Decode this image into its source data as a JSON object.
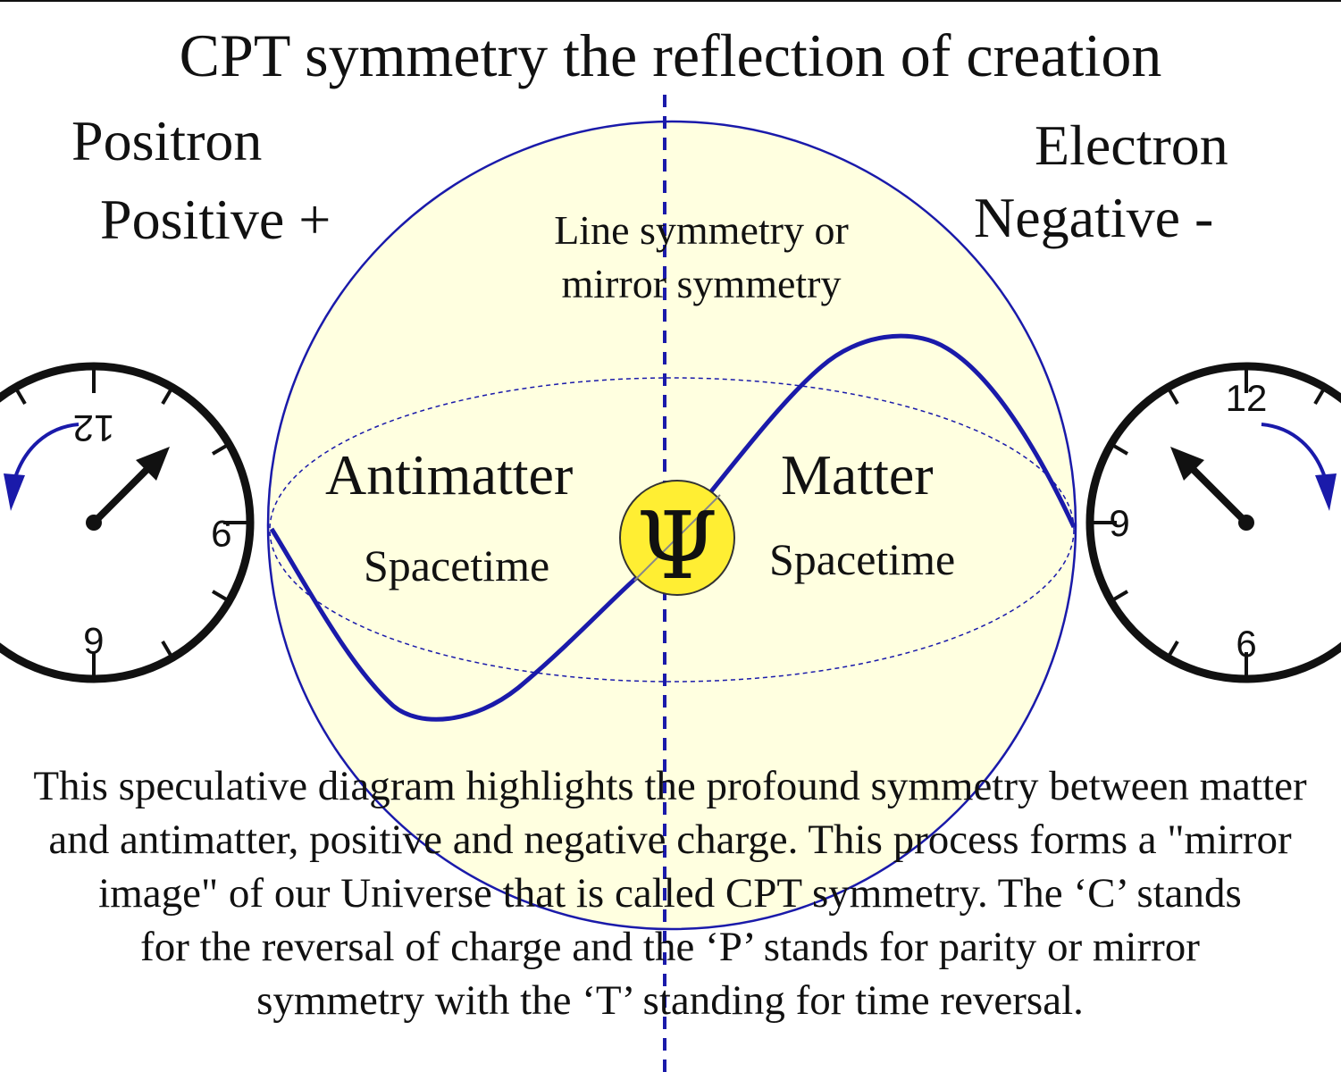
{
  "title": "CPT symmetry the reflection of creation",
  "left": {
    "particle": "Positron",
    "charge": "Positive +",
    "region": "Antimatter",
    "spacetime": "Spacetime",
    "clock_labels": [
      "12",
      "9",
      "6"
    ]
  },
  "right": {
    "particle": "Electron",
    "charge": "Negative -",
    "region": "Matter",
    "spacetime": "Spacetime",
    "clock_labels": [
      "12",
      "9",
      "6"
    ]
  },
  "mirror_label": [
    "Line symmetry or",
    "mirror symmetry"
  ],
  "center_symbol": "Ψ",
  "caption_lines": [
    "This speculative diagram highlights the profound symmetry between matter",
    "and antimatter, positive and negative charge. This process forms a \"mirror",
    "image\" of our Universe that is called CPT symmetry. The ‘C’ stands",
    "for the reversal of charge and the ‘P’ stands for parity or mirror",
    "symmetry with the ‘T’ standing for time reversal."
  ],
  "colors": {
    "sphere_fill": "#ffffe0",
    "sphere_stroke": "#1a1aaa",
    "wave": "#1a1aaa",
    "psi_fill": "#ffee33",
    "clock": "#111111"
  }
}
